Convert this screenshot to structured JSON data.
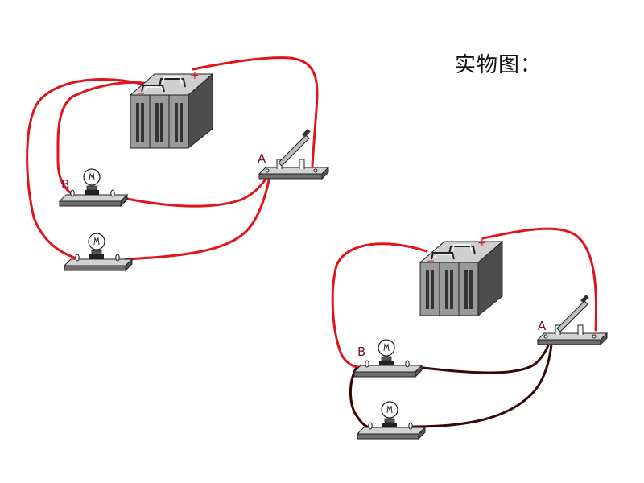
{
  "page": {
    "title": "实物图："
  },
  "colors": {
    "wire_red": "#e0141a",
    "wire_dark": "#3a0606",
    "label": "#7a1030",
    "battery_body": "#9a9a9a",
    "battery_dark": "#4d4d4d",
    "battery_top": "#cfcfcf",
    "board_top": "#d2d2d2",
    "board_side": "#6e6e6e",
    "bulb_glass": "#ffffff"
  },
  "circuits": [
    {
      "id": "upper-left",
      "wire_color_key": "wire_red",
      "battery": {
        "plus": "+",
        "minus": "−"
      },
      "switch": {
        "label": "A"
      },
      "bulbs": [
        {
          "label": "B"
        },
        {
          "label": ""
        }
      ]
    },
    {
      "id": "lower-right",
      "wire_color_key": "wire_dark",
      "battery": {
        "plus": "+",
        "minus": "−"
      },
      "switch": {
        "label": "A"
      },
      "bulbs": [
        {
          "label": "B"
        },
        {
          "label": ""
        }
      ]
    }
  ]
}
